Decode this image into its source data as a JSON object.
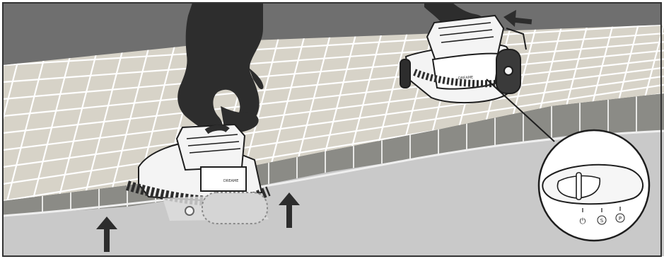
{
  "illustration": {
    "robot_brand_label": "DREAME",
    "button_icons": [
      "power-icon",
      "s-mode-icon",
      "p-mode-icon"
    ],
    "button_glyphs": {
      "power": "⏻",
      "s_mode": "S",
      "p_mode": "P"
    },
    "arrows": [
      "up-arrow",
      "up-arrow",
      "left-arrow"
    ]
  },
  "colors": {
    "background": "#ffffff",
    "sky": "#6f6f6f",
    "deck_tile": "#d7d3c8",
    "deck_grout": "#ffffff",
    "coping_face": "#8b8b86",
    "water": "#c9c9c9",
    "silhouette": "#2d2d2d",
    "robot_body": "#f4f4f4",
    "robot_outline": "#1e1e1e",
    "frame": "#333333"
  }
}
